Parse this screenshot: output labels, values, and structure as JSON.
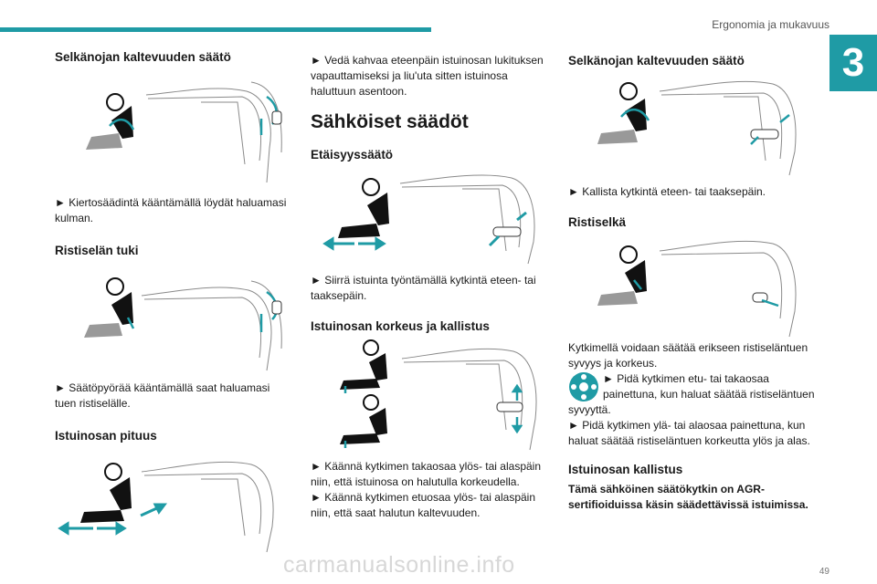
{
  "header": {
    "section_title": "Ergonomia ja mukavuus",
    "chapter_number": "3"
  },
  "col1": {
    "h_backrest": "Selkänojan kaltevuuden säätö",
    "p_backrest": "► Kiertosäädintä kääntämällä löydät haluamasi kulman.",
    "h_lumbar": "Ristiselän tuki",
    "p_lumbar": "► Säätöpyörää kääntämällä saat haluamasi tuen ristiselälle.",
    "h_length": "Istuinosan pituus"
  },
  "col2": {
    "p_lever": "► Vedä kahvaa eteenpäin istuinosan lukituksen vapauttamiseksi ja liu'uta sitten istuinosa haluttuun asentoon.",
    "h_electric": "Sähköiset säädöt",
    "h_distance": "Etäisyyssäätö",
    "p_distance": "► Siirrä istuinta työntämällä kytkintä eteen- tai taaksepäin.",
    "h_height": "Istuinosan korkeus ja kallistus",
    "p_height": "► Käännä kytkimen takaosaa ylös- tai alaspäin niin, että istuinosa on halutulla korkeudella.",
    "p_tilt": "► Käännä kytkimen etuosaa ylös- tai alaspäin niin, että saat halutun kaltevuuden."
  },
  "col3": {
    "h_backrest": "Selkänojan kaltevuuden säätö",
    "p_backrest": "► Kallista kytkintä eteen- tai taaksepäin.",
    "h_lumbar": "Ristiselkä",
    "p_lumbar_1": "Kytkimellä voidaan säätää erikseen ristiselän­tuen syvyys ja korkeus.",
    "p_lumbar_2": "► Pidä kytkimen etu- tai takaosaa painettuna, kun haluat säätää ristiselän­tuen syvyyttä.",
    "p_lumbar_3": "► Pidä kytkimen ylä- tai alaosaa painettuna, kun haluat säätää ristiselän­tuen korkeutta ylös ja alas.",
    "h_tilt": "Istuinosan kallistus",
    "note_tilt": "Tämä sähköinen säätökytkin on AGR-sertifioiduissa käsin säädettävissä istuimissa."
  },
  "footer": {
    "page_number": "49"
  },
  "watermark": "carmanualsonline.info",
  "colors": {
    "accent": "#1f9ba5",
    "seat_line": "#8a8a8a",
    "figure_shadow": "#bbbbbb"
  },
  "icons": [
    "seat-diagram-icon",
    "backrest-arrow-icon",
    "forward-back-arrows-icon",
    "lumbar-switch-icon"
  ]
}
